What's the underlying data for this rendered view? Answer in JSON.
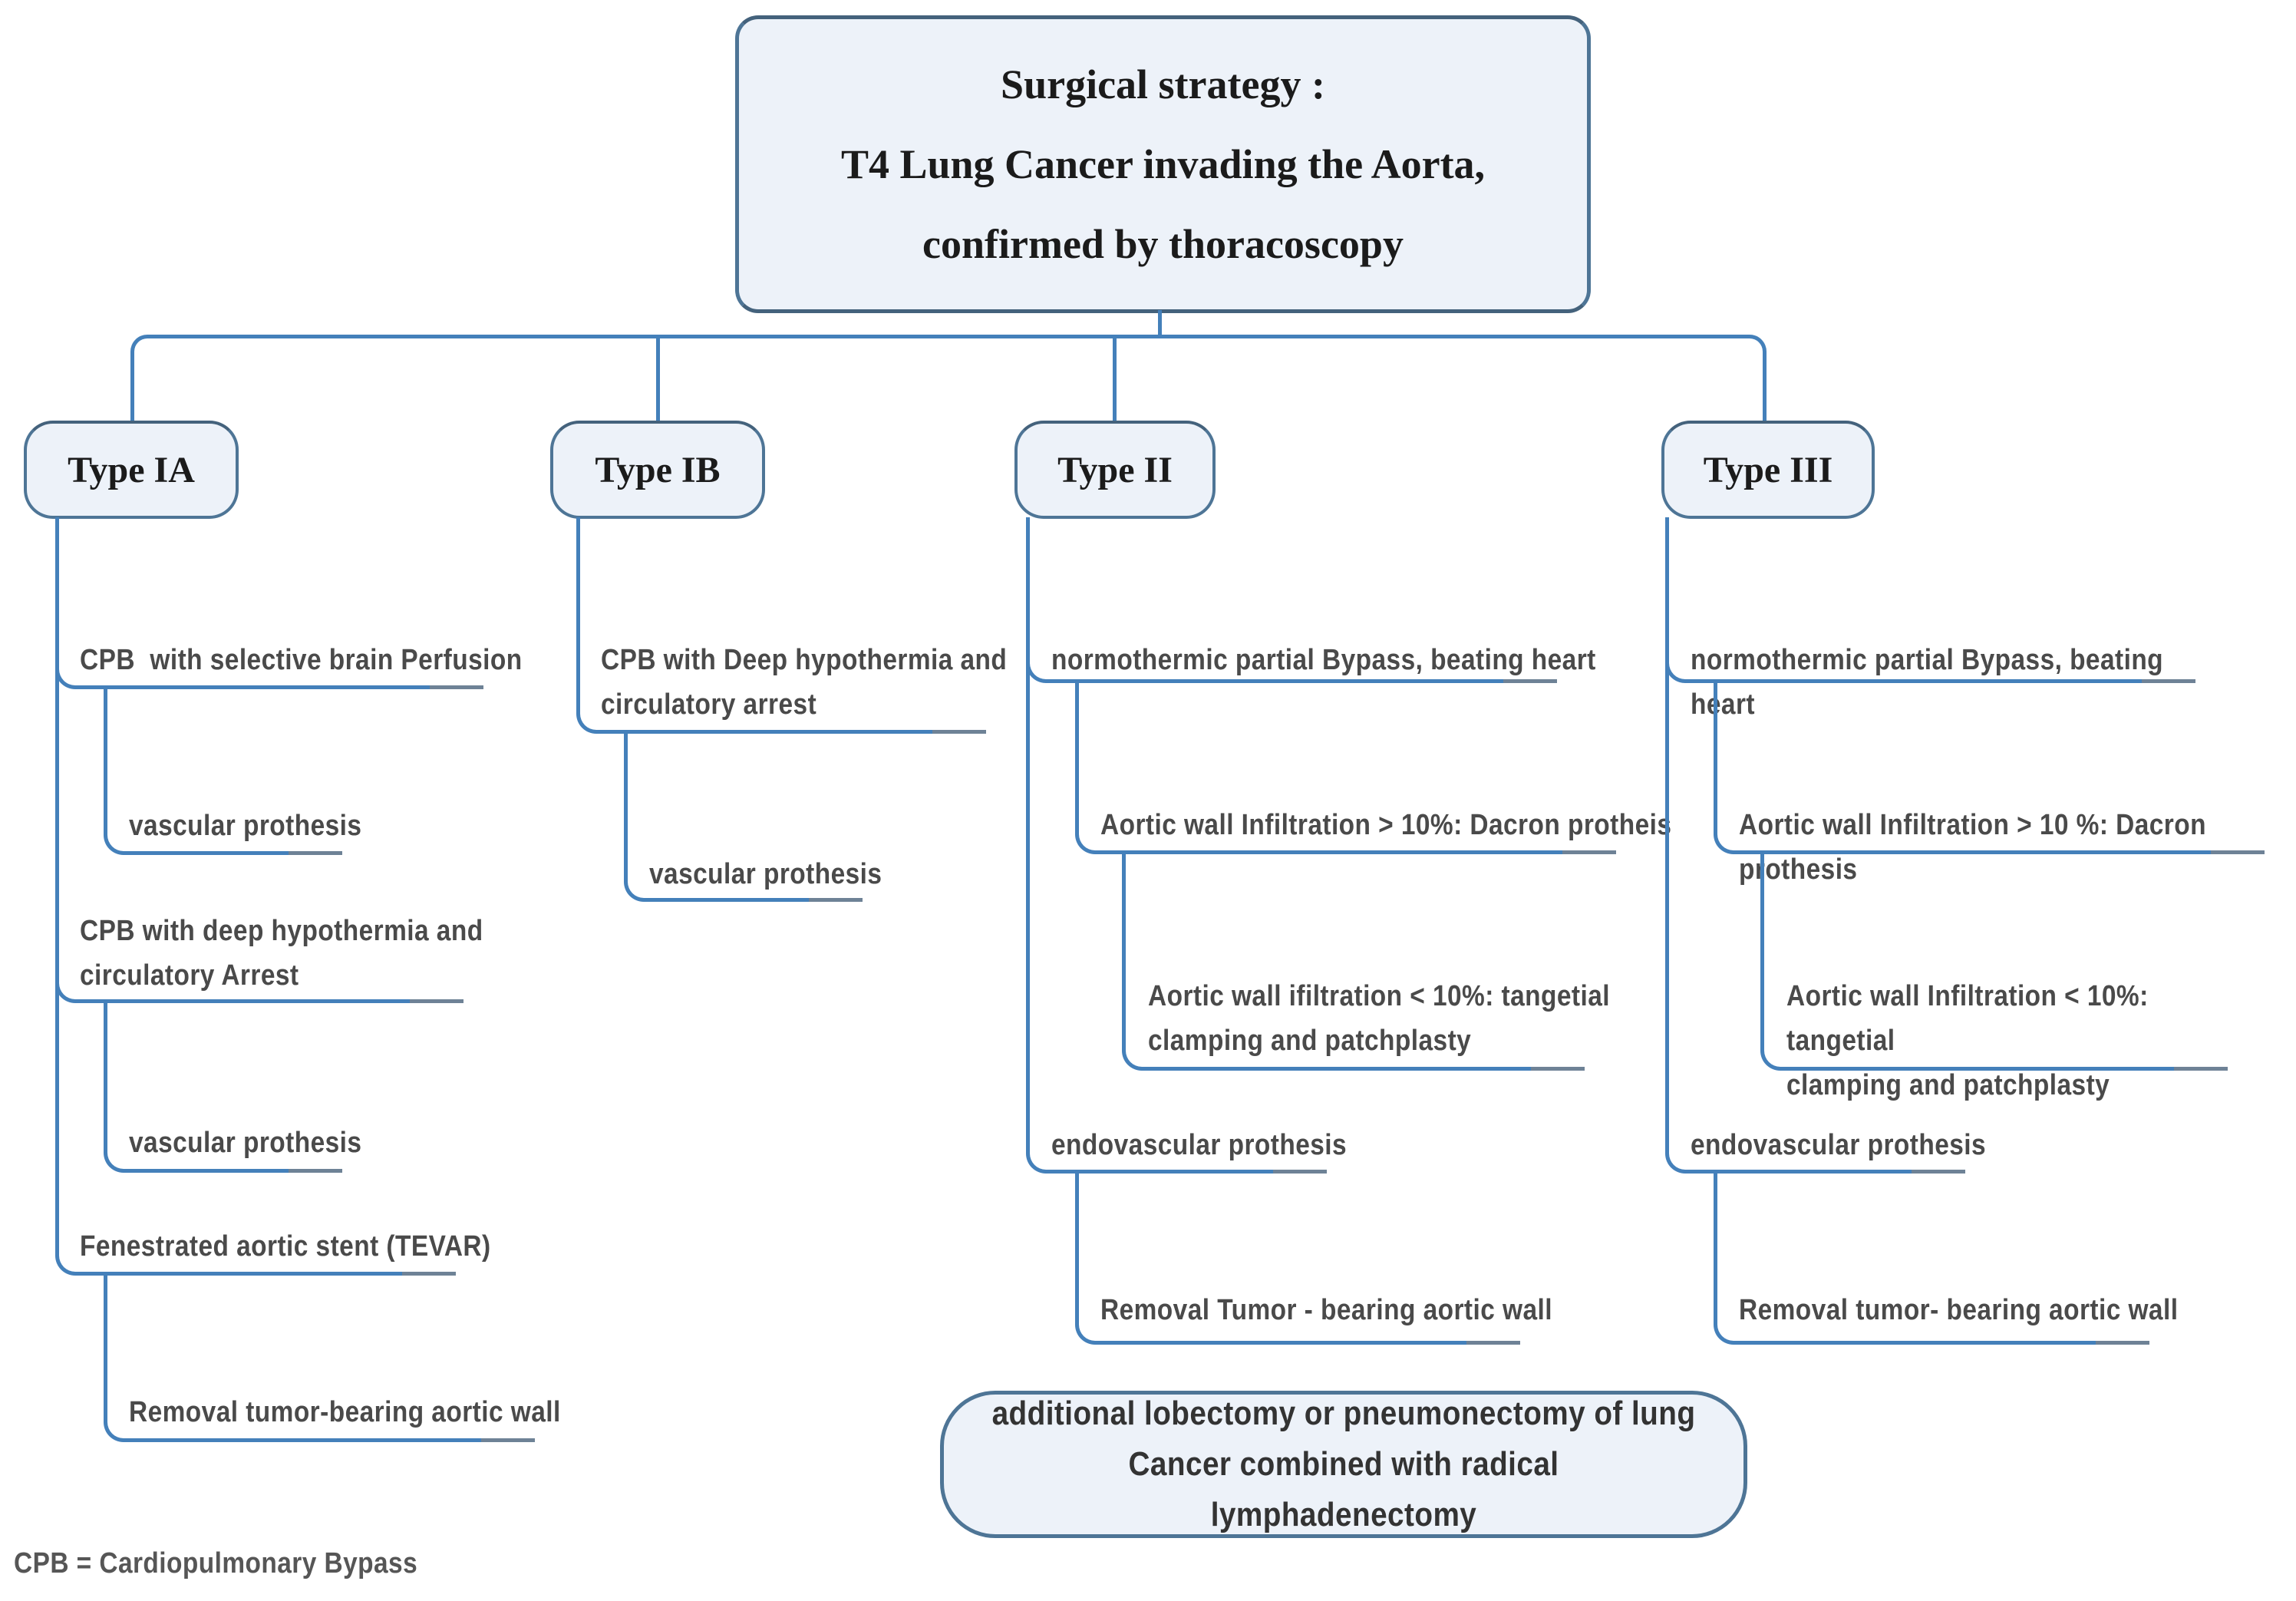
{
  "diagram": {
    "root": {
      "text": "Surgical strategy :\nT4 Lung Cancer invading the Aorta,\nconfirmed by thoracoscopy"
    },
    "columns": [
      {
        "type_label": "Type IA",
        "items": [
          {
            "label": "CPB  with selective brain Perfusion"
          },
          {
            "label": "vascular prothesis"
          },
          {
            "label": "CPB with deep hypothermia and\ncirculatory Arrest"
          },
          {
            "label": "vascular prothesis"
          },
          {
            "label": "Fenestrated aortic stent (TEVAR)"
          },
          {
            "label": "Removal tumor-bearing aortic wall"
          }
        ]
      },
      {
        "type_label": "Type IB",
        "items": [
          {
            "label": "CPB with Deep hypothermia and\ncirculatory arrest"
          },
          {
            "label": "vascular prothesis"
          }
        ]
      },
      {
        "type_label": "Type II",
        "items": [
          {
            "label": "normothermic partial Bypass, beating heart"
          },
          {
            "label": "Aortic wall Infiltration > 10%: Dacron protheis"
          },
          {
            "label": "Aortic wall ifiltration < 10%: tangetial\nclamping and patchplasty"
          },
          {
            "label": "endovascular prothesis"
          },
          {
            "label": "Removal Tumor - bearing aortic wall"
          }
        ]
      },
      {
        "type_label": "Type III",
        "items": [
          {
            "label": "normothermic partial Bypass, beating heart"
          },
          {
            "label": "Aortic wall Infiltration > 10 %: Dacron prothesis"
          },
          {
            "label": "Aortic wall Infiltration < 10%: tangetial\nclamping and patchplasty"
          },
          {
            "label": "endovascular prothesis"
          },
          {
            "label": "Removal tumor- bearing aortic wall"
          }
        ]
      }
    ],
    "additional_box": {
      "text": "additional lobectomy or pneumonectomy of lung\nCancer combined with radical lymphadenectomy"
    },
    "footnote": "CPB = Cardiopulmonary Bypass",
    "colors": {
      "node_fill": "#edf2f9",
      "node_border": "#4e7596",
      "connector": "#4480ba",
      "connector_tail": "#6e8296",
      "label_text": "#4a4a4a"
    }
  }
}
